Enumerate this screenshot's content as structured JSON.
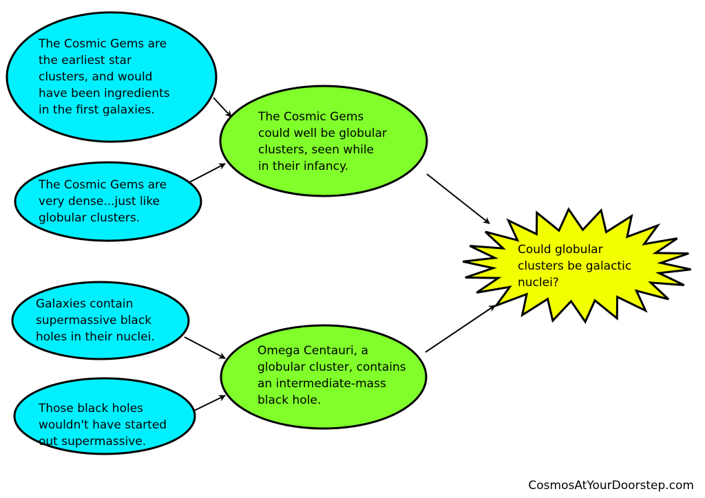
{
  "colors": {
    "cyan": "#00f0ff",
    "green": "#80ff2a",
    "yellow": "#f2ff00",
    "stroke": "#000000"
  },
  "nodes": {
    "earliest": {
      "lines": [
        "The Cosmic Gems are",
        "the earliest star",
        "clusters, and would",
        "have been ingredients",
        "in the first galaxies."
      ]
    },
    "dense": {
      "lines": [
        "The Cosmic Gems are",
        "very dense...just like",
        "globular clusters."
      ]
    },
    "globular_infancy": {
      "lines": [
        "The Cosmic Gems",
        "could well be globular",
        "clusters, seen while",
        "in their infancy."
      ]
    },
    "supermassive": {
      "lines": [
        "Galaxies contain",
        "supermassive black",
        "holes in their nuclei."
      ]
    },
    "not_started": {
      "lines": [
        "Those black holes",
        "wouldn't have started",
        "out supermassive."
      ]
    },
    "omega": {
      "lines": [
        "Omega Centauri, a",
        "globular cluster, contains",
        "an intermediate-mass",
        "black hole."
      ]
    },
    "question": {
      "lines": [
        "Could globular",
        "clusters be galactic",
        "nuclei?"
      ]
    }
  },
  "credit": "CosmosAtYourDoorstep.com"
}
